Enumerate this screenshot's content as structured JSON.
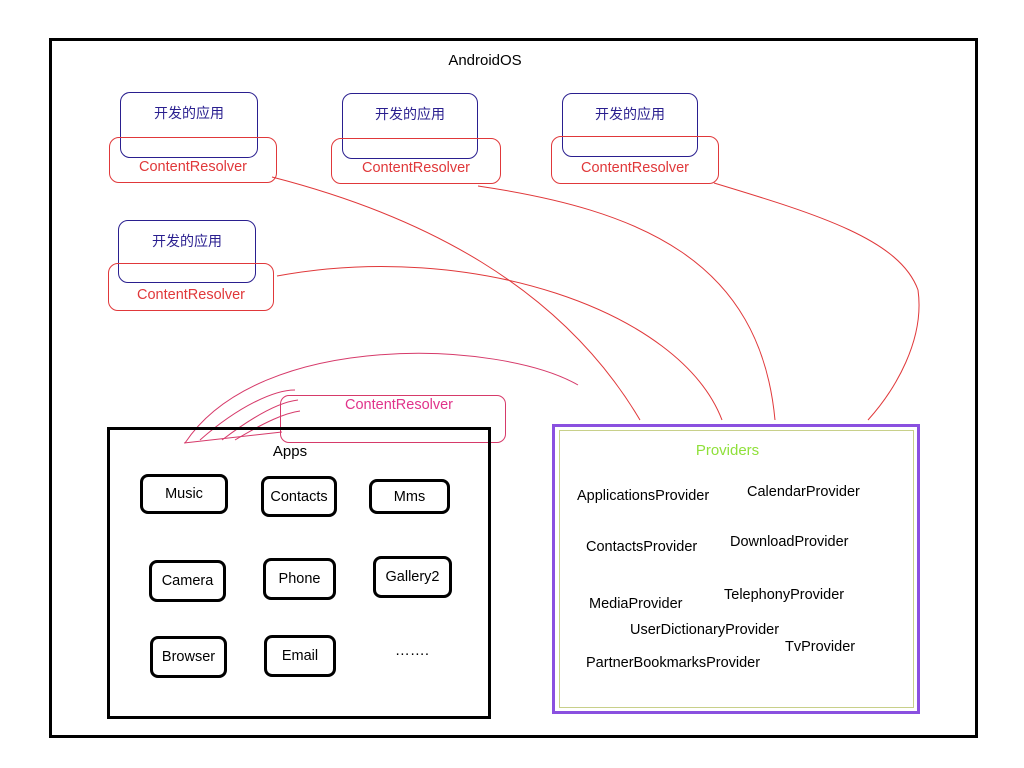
{
  "os": {
    "title": "AndroidOS"
  },
  "dev_apps": [
    {
      "app_label": "开发的应用",
      "resolver_label": "ContentResolver"
    },
    {
      "app_label": "开发的应用",
      "resolver_label": "ContentResolver"
    },
    {
      "app_label": "开发的应用",
      "resolver_label": "ContentResolver"
    },
    {
      "app_label": "开发的应用",
      "resolver_label": "ContentResolver"
    }
  ],
  "system_resolver": {
    "label": "ContentResolver"
  },
  "apps": {
    "title": "Apps",
    "items": [
      "Music",
      "Contacts",
      "Mms",
      "Camera",
      "Phone",
      "Gallery2",
      "Browser",
      "Email"
    ],
    "more": "……."
  },
  "providers": {
    "title": "Providers",
    "items": [
      "ApplicationsProvider",
      "CalendarProvider",
      "ContactsProvider",
      "DownloadProvider",
      "MediaProvider",
      "TelephonyProvider",
      "UserDictionaryProvider",
      "TvProvider",
      "PartnerBookmarksProvider"
    ]
  },
  "colors": {
    "connector": "#e0383a",
    "system_connector": "#d63a6a",
    "providers_border": "#8a50e0",
    "providers_title": "#8fe03a"
  }
}
